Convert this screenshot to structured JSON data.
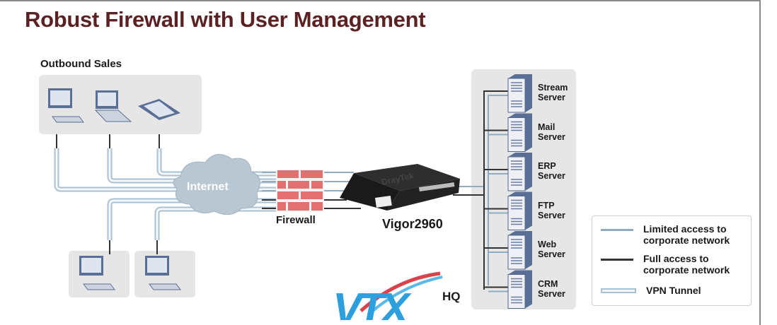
{
  "title": "Robust Firewall with User Management",
  "groups": {
    "outbound_sales": "Outbound  Sales",
    "hq": "HQ"
  },
  "nodes": {
    "internet": "Internet",
    "firewall": "Firewall",
    "router": "Vigor2960",
    "router_brand": "DrayTek"
  },
  "servers": [
    {
      "line1": "Stream",
      "line2": "Server"
    },
    {
      "line1": "Mail",
      "line2": "Server"
    },
    {
      "line1": "ERP",
      "line2": "Server"
    },
    {
      "line1": "FTP",
      "line2": "Server"
    },
    {
      "line1": "Web",
      "line2": "Server"
    },
    {
      "line1": "CRM",
      "line2": "Server"
    }
  ],
  "legend": [
    {
      "line1": "Limited access to",
      "line2": "corporate network",
      "style": "limited",
      "color": "#8eadc4"
    },
    {
      "line1": "Full access to",
      "line2": "corporate network",
      "style": "full",
      "color": "#333333"
    },
    {
      "line1": "VPN Tunnel",
      "line2": "",
      "style": "vpn",
      "color": "#a9c1d3"
    }
  ],
  "logo": "VTX",
  "colors": {
    "title": "#5b2123",
    "firewall": "#e06060",
    "panel": "#e6e6e6"
  }
}
